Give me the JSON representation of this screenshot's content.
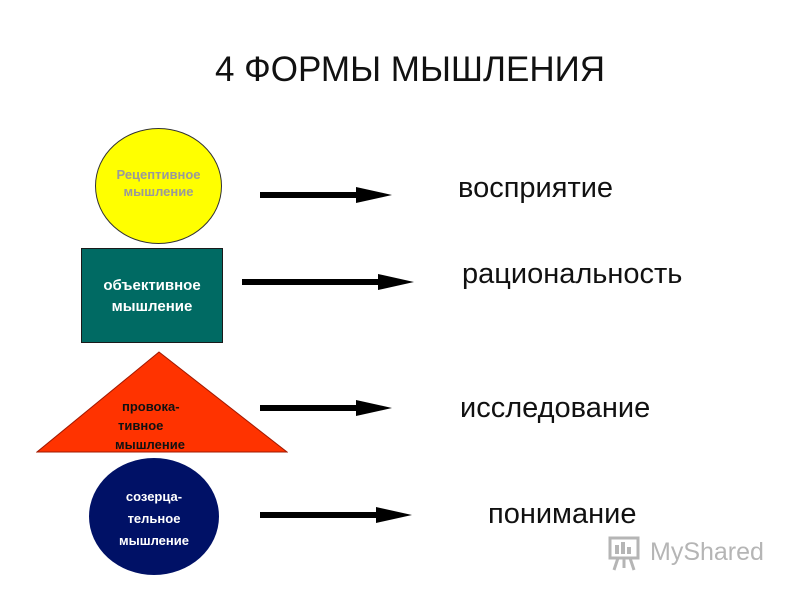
{
  "title": "4 ФОРМЫ МЫШЛЕНИЯ",
  "rows": [
    {
      "shape": "ellipse",
      "color": "#ffff00",
      "text_color": "#9a9a9a",
      "lines": [
        "Рецептивное",
        "мышление"
      ],
      "result": "восприятие"
    },
    {
      "shape": "rectangle",
      "color": "#006a63",
      "text_color": "#ffffff",
      "lines": [
        "объективное",
        "мышление"
      ],
      "result": "рациональность"
    },
    {
      "shape": "triangle",
      "color": "#ff3300",
      "text_color": "#111111",
      "lines": [
        "провока-",
        "тивное",
        "мышление"
      ],
      "result": "исследование"
    },
    {
      "shape": "ellipse",
      "color": "#001166",
      "text_color": "#ffffff",
      "lines": [
        "созерца-",
        "тельное",
        "мышление"
      ],
      "result": "понимание"
    }
  ],
  "watermark": {
    "text": "MyShared",
    "icon": "presentation-board-icon"
  }
}
